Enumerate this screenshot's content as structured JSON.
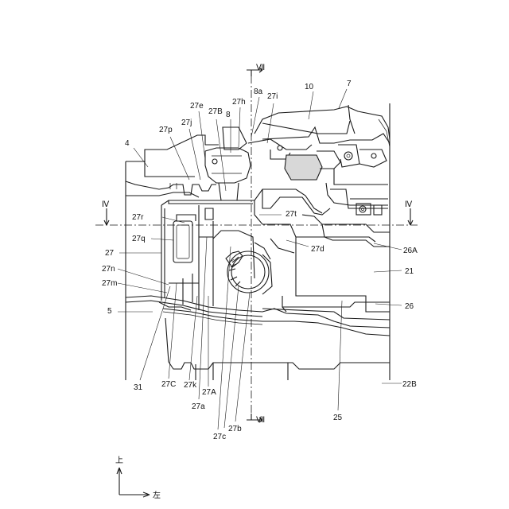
{
  "section_marks": {
    "vii": "Ⅶ",
    "iv": "Ⅳ"
  },
  "labels": {
    "l4": "4",
    "l5": "5",
    "l7": "7",
    "l8": "8",
    "l8a": "8a",
    "l10": "10",
    "l21": "21",
    "l22B": "22B",
    "l25": "25",
    "l26": "26",
    "l26A": "26A",
    "l27": "27",
    "l27A": "27A",
    "l27B": "27B",
    "l27C": "27C",
    "l27a": "27a",
    "l27b": "27b",
    "l27c": "27c",
    "l27d": "27d",
    "l27e": "27e",
    "l27h": "27h",
    "l27i": "27i",
    "l27j": "27j",
    "l27k": "27k",
    "l27m": "27m",
    "l27n": "27n",
    "l27p": "27p",
    "l27q": "27q",
    "l27r": "27r",
    "l27t": "27t",
    "l31": "31"
  },
  "axes": {
    "up": "上",
    "left": "左"
  }
}
